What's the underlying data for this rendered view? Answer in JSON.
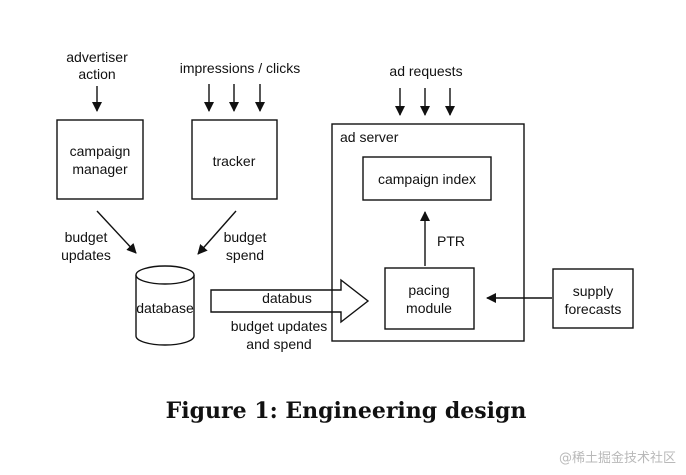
{
  "inputs": {
    "advertiser_action_line1": "advertiser",
    "advertiser_action_line2": "action",
    "impressions_clicks": "impressions / clicks",
    "ad_requests": "ad requests"
  },
  "nodes": {
    "campaign_manager_line1": "campaign",
    "campaign_manager_line2": "manager",
    "tracker": "tracker",
    "ad_server": "ad server",
    "campaign_index": "campaign index",
    "pacing_module_line1": "pacing",
    "pacing_module_line2": "module",
    "database": "database",
    "supply_forecasts_line1": "supply",
    "supply_forecasts_line2": "forecasts"
  },
  "edges": {
    "budget_updates_line1": "budget",
    "budget_updates_line2": "updates",
    "budget_spend_line1": "budget",
    "budget_spend_line2": "spend",
    "ptr": "PTR",
    "databus": "databus",
    "databus_sub_line1": "budget updates",
    "databus_sub_line2": "and spend"
  },
  "caption": "Figure 1:  Engineering design",
  "watermark": "@稀土掘金技术社区"
}
